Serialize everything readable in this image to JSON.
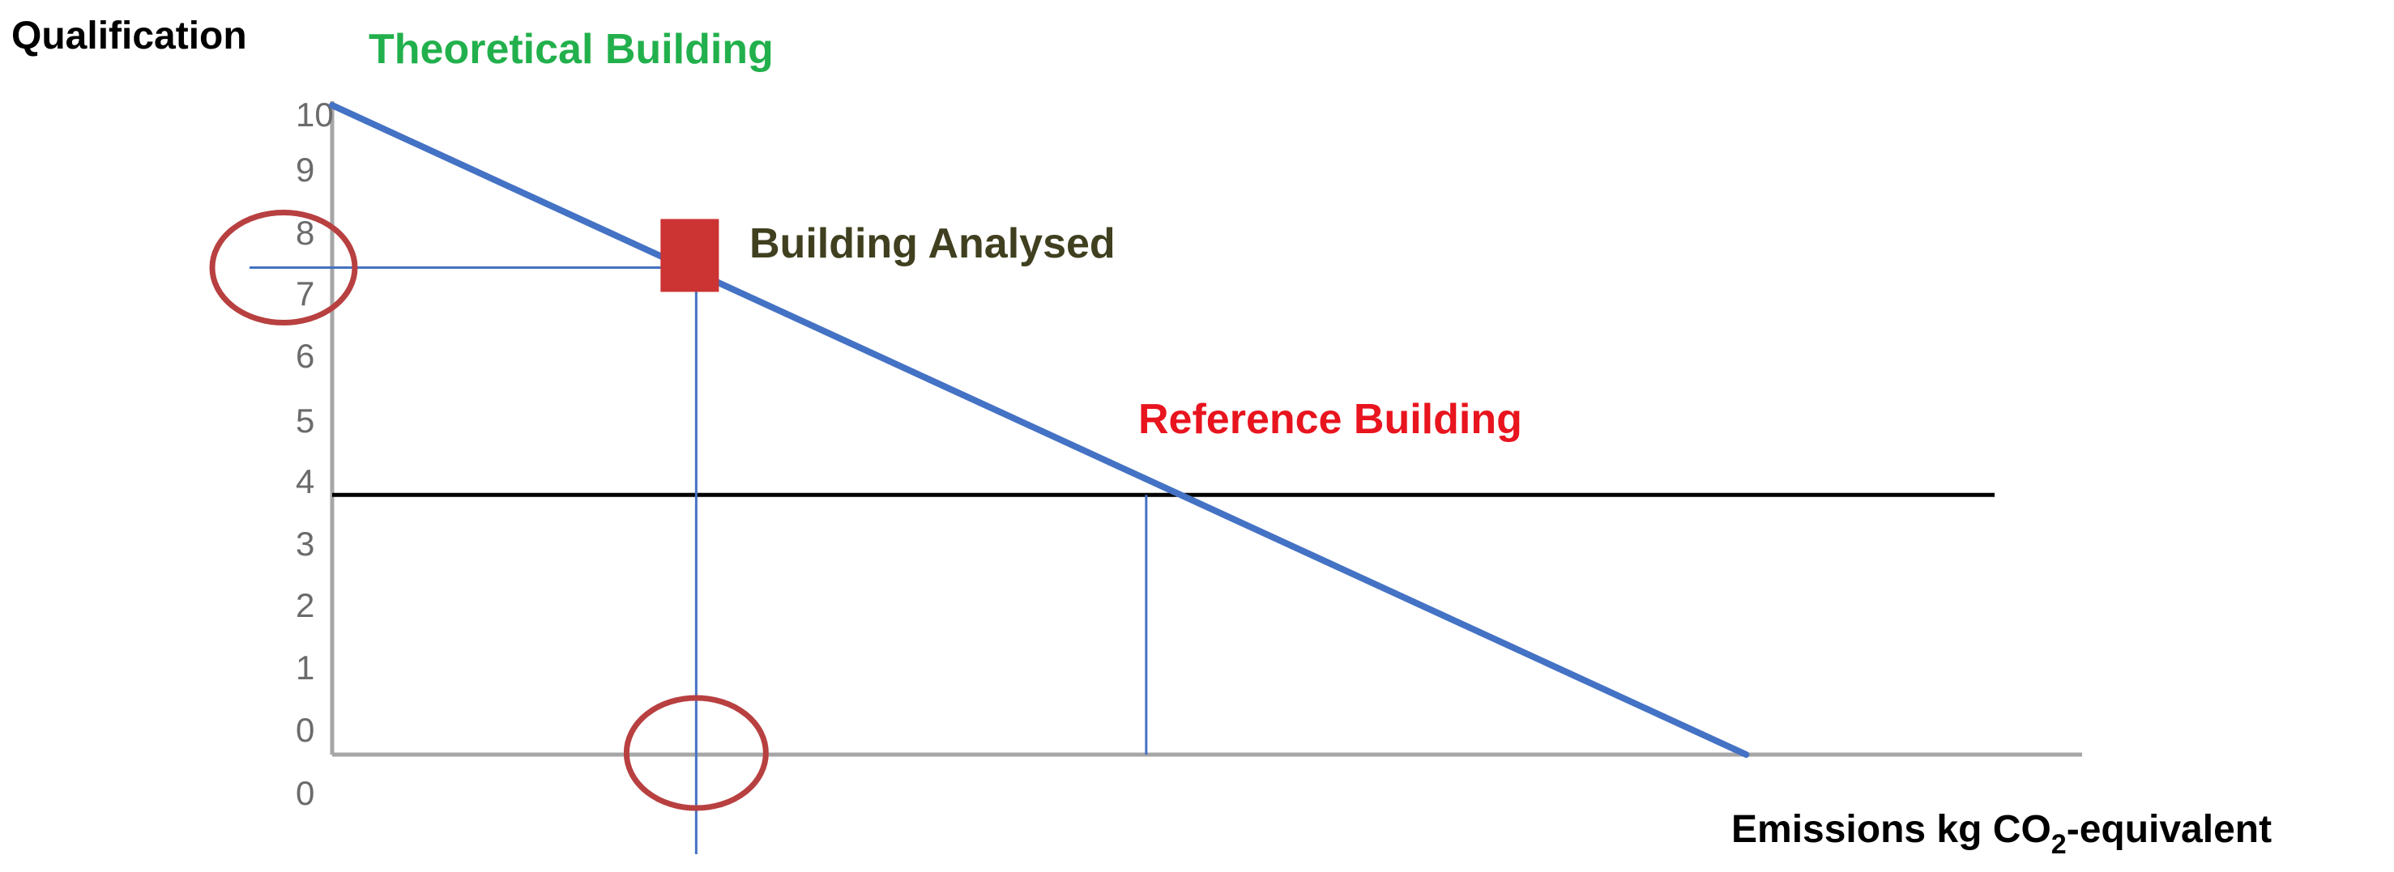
{
  "chart_data": {
    "type": "line",
    "ylabel": "Qualification",
    "xlabel_prefix": "Emissions  kg CO",
    "xlabel_subscript": "2",
    "xlabel_suffix": "-equivalent",
    "y_ticks": [
      "10",
      "9",
      "8",
      "7",
      "6",
      "5",
      "4",
      "3",
      "2",
      "1",
      "0",
      "0"
    ],
    "ylim": [
      0,
      10
    ],
    "xlim": [
      0,
      1
    ],
    "grid": false,
    "series": [
      {
        "x": [
          0,
          0.773
        ],
        "y": [
          10,
          0
        ],
        "color": "#4472c4"
      }
    ],
    "reference_line": {
      "y": 4,
      "color": "#000000"
    },
    "points": {
      "building_analysed": {
        "label": "Building Analysed",
        "x": 0.199,
        "y": 7.5,
        "color": "#cc3333",
        "label_color": "#404020"
      },
      "reference_building": {
        "label": "Reference Building",
        "x": 0.445,
        "y": 4,
        "label_color": "#e8141e"
      },
      "theoretical_building": {
        "label": "Theoretical Building",
        "x": 0,
        "y": 10,
        "label_color": "#22b04c"
      }
    },
    "highlights": {
      "color": "#b84040"
    }
  }
}
